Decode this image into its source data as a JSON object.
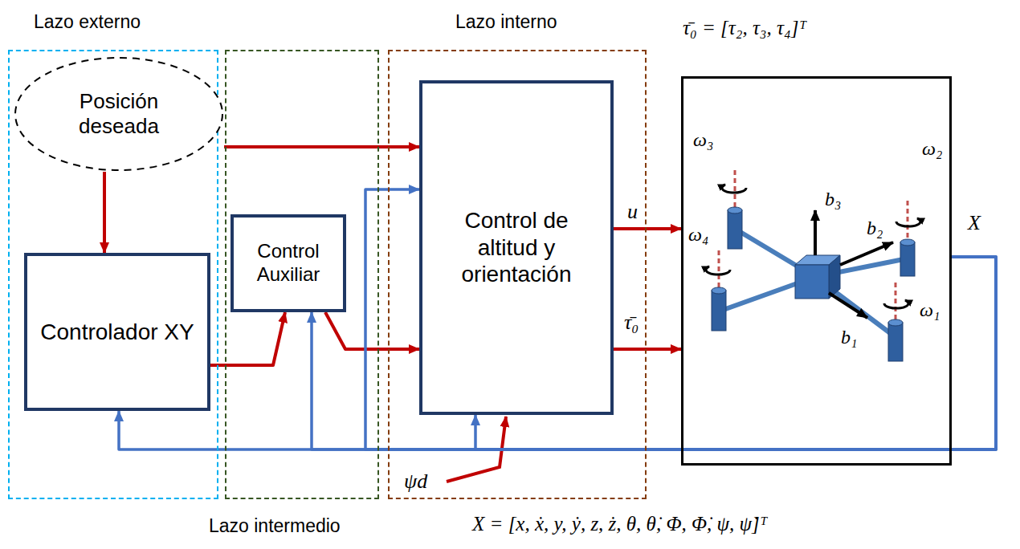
{
  "diagram": {
    "nodes": [
      {
        "text": [
          "Lazo externo"
        ]
      },
      {
        "text": [
          "Posición deseada"
        ],
        "in": 0
      },
      {
        "text": [
          "Controlador XY"
        ],
        "in": 0
      },
      {
        "text": [
          "Lazo intermedio"
        ]
      },
      {
        "text": [
          "Control Auxiliar"
        ],
        "in": 3
      },
      {
        "text": [
          "Lazo interno"
        ]
      },
      {
        "text": [
          "Control de altitud y orientación"
        ],
        "in": 5
      },
      {
        "text": [
          "ω₃",
          "ω₂",
          "ω₄",
          "b₃",
          "b₂",
          "b₁",
          "ω₁"
        ]
      }
    ],
    "edges": [
      {
        "from": 1,
        "to": 2,
        "arrow": "to"
      },
      {
        "from": 1,
        "to": 6,
        "arrow": "to"
      },
      {
        "from": 2,
        "to": 4,
        "arrow": "to"
      },
      {
        "from": 4,
        "to": 6,
        "arrow": "to"
      },
      {
        "from": 6,
        "to": 7,
        "label": "u",
        "arrow": "to"
      },
      {
        "from": 6,
        "to": 7,
        "label": "τ̄₀",
        "arrow": "to"
      },
      {
        "from": 7,
        "to": 2,
        "label": "X",
        "arrow": "to"
      },
      {
        "from": 7,
        "to": 4,
        "arrow": "to"
      },
      {
        "from": 7,
        "to": 6,
        "arrow": "to"
      },
      {
        "from": 7,
        "to": 6,
        "arrow": "to"
      }
    ],
    "labels": [
      "τ̄₀ = [τ₂, τ₃, τ₄]ᵀ",
      "ψd",
      "X = [x, ẋ, y, ẏ, z, ż, θ, θ̇, Φ, Φ̇, ψ, ψ̇]ᵀ"
    ]
  }
}
